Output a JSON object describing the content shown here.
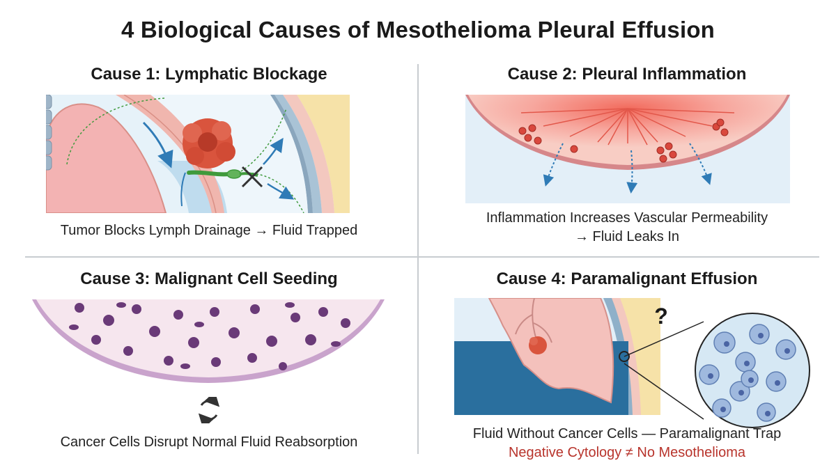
{
  "title": "4 Biological Causes of Mesothelioma Pleural Effusion",
  "panels": [
    {
      "heading": "Cause 1: Lymphatic Blockage",
      "caption": "Tumor Blocks Lymph Drainage → Fluid Trapped"
    },
    {
      "heading": "Cause 2: Pleural Inflammation",
      "caption_line1": "Inflammation Increases Vascular Permeability",
      "caption_line2": "→ Fluid Leaks In"
    },
    {
      "heading": "Cause 3: Malignant Cell Seeding",
      "caption": "Cancer Cells Disrupt Normal Fluid Reabsorption"
    },
    {
      "heading": "Cause 4: Paramalignant Effusion",
      "question_mark": "?",
      "caption": "Fluid Without Cancer Cells — Paramalignant Trap",
      "warning": "Negative Cytology ≠ No Mesothelioma"
    }
  ],
  "colors": {
    "lung_tissue": "#f3b3b3",
    "pleura": "#f5c7c3",
    "pleural_fluid": "#cfe5f3",
    "effusion_fluid": "#2a6f9e",
    "tumor": "#d9543d",
    "lymph_vessel": "#3f9a3c",
    "flow_arrow": "#2f7bb6",
    "cancer_cell": "#6a3a78",
    "warning_text": "#b8342c"
  }
}
